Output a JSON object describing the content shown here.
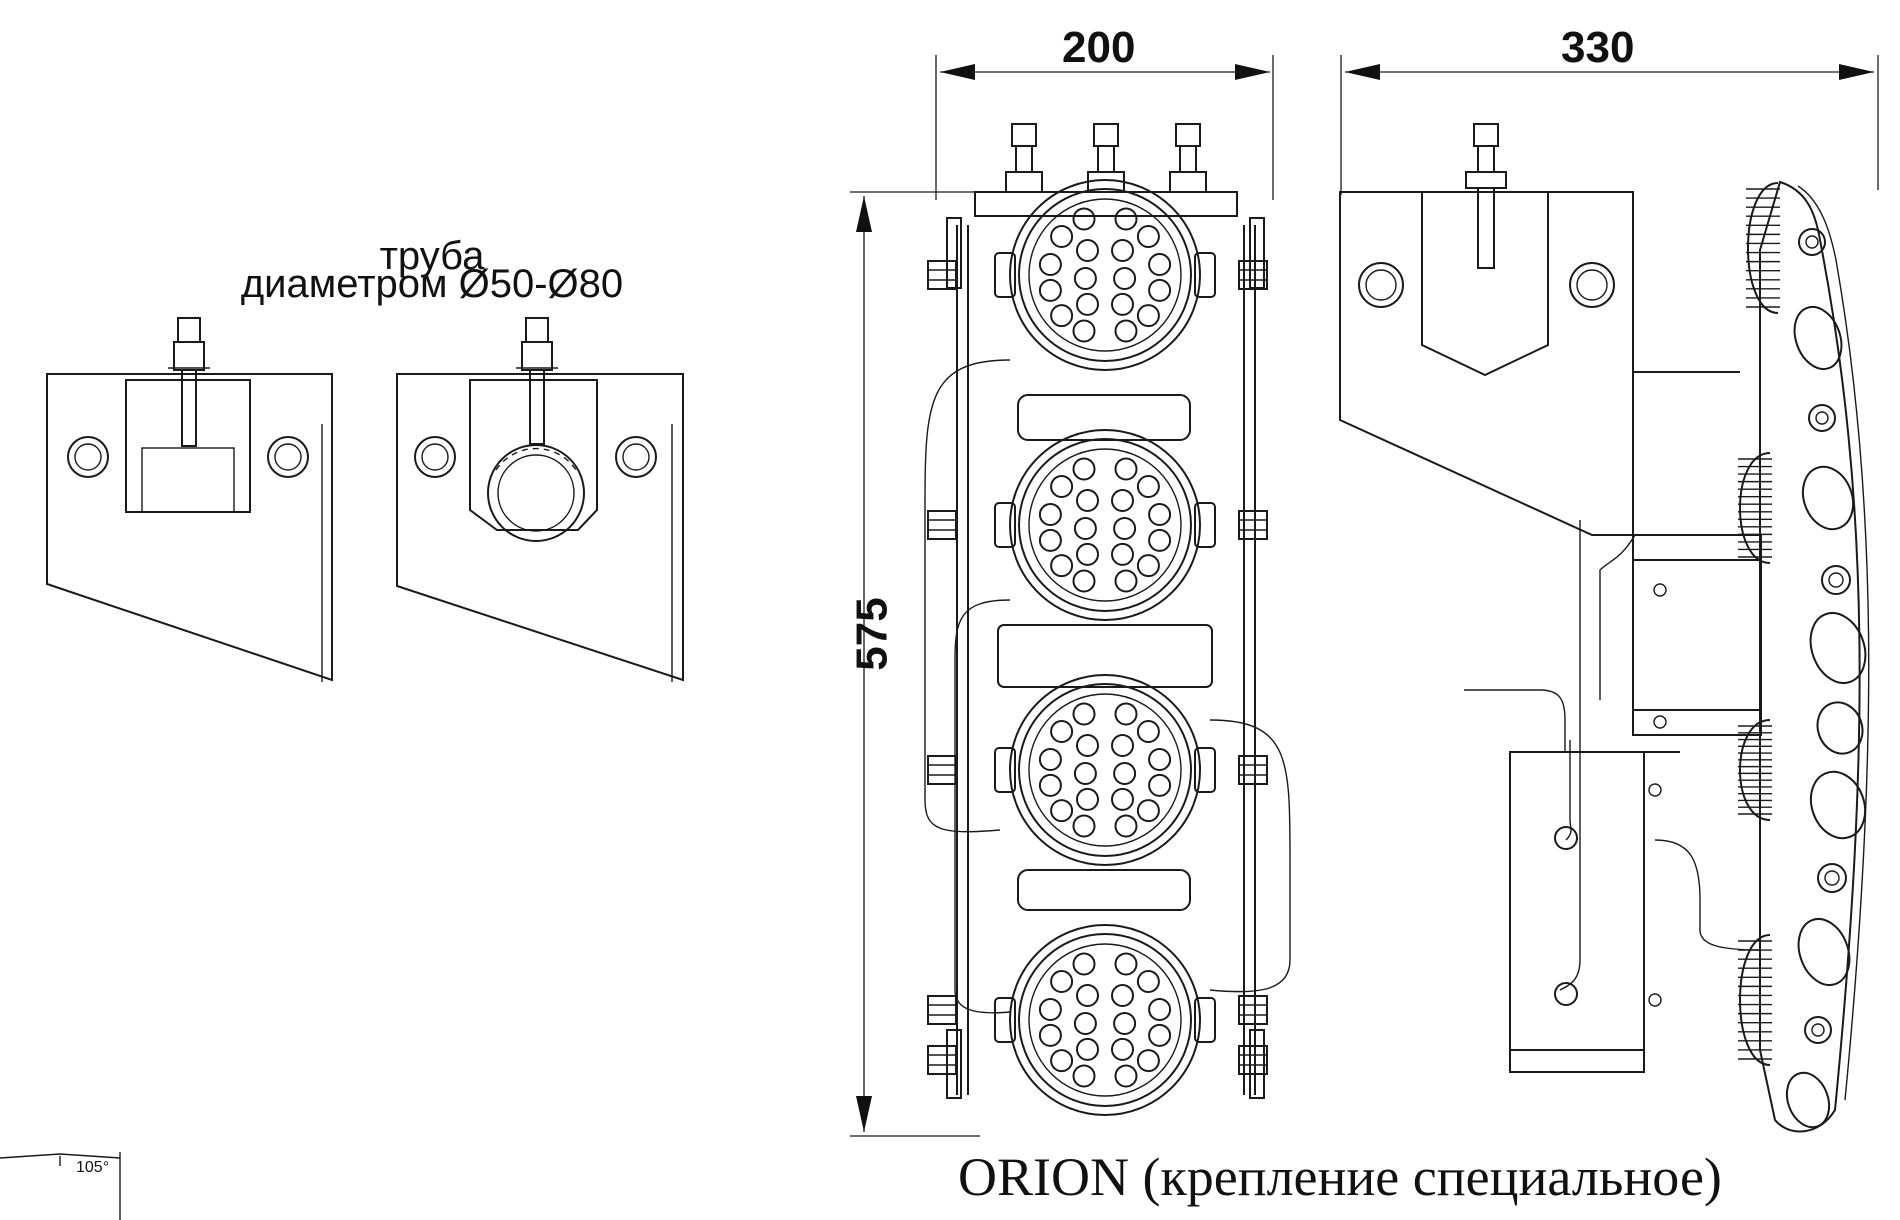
{
  "labels": {
    "pipe_line1": "труба",
    "pipe_line2": "диаметром Ø50-Ø80",
    "width_dim": "200",
    "depth_dim": "330",
    "height_dim": "575",
    "caption": "ORION (крепление специальное)",
    "angle": "105°"
  },
  "icons": [
    "led-module-icon",
    "bolt-icon",
    "mount-hole-icon",
    "pipe-section-icon"
  ]
}
